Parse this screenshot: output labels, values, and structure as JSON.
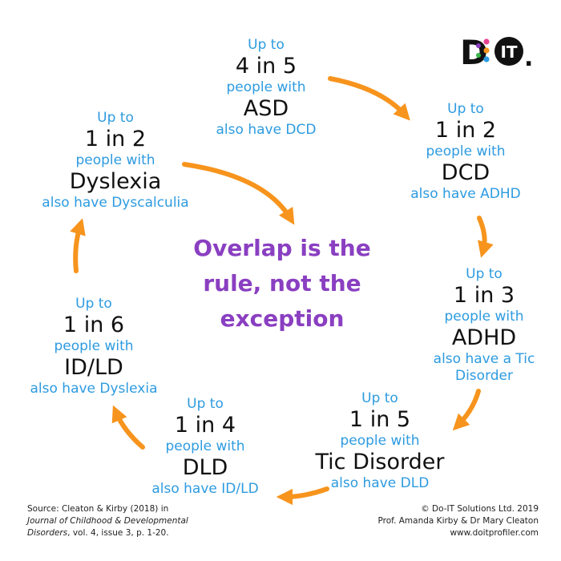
{
  "center": {
    "line1": "Overlap is the",
    "line2": "rule, not the",
    "line3": "exception"
  },
  "nodes": [
    {
      "id": "asd",
      "pre": "Up to",
      "ratio": "4 in 5",
      "people": "people with",
      "condition": "ASD",
      "also": [
        "also have DCD"
      ]
    },
    {
      "id": "dcd",
      "pre": "Up to",
      "ratio": "1 in 2",
      "people": "people with",
      "condition": "DCD",
      "also": [
        "also have ADHD"
      ]
    },
    {
      "id": "adhd",
      "pre": "Up to",
      "ratio": "1 in 3",
      "people": "people with",
      "condition": "ADHD",
      "also": [
        "also have a Tic",
        "Disorder"
      ]
    },
    {
      "id": "tic",
      "pre": "Up to",
      "ratio": "1 in 5",
      "people": "people with",
      "condition": "Tic Disorder",
      "also": [
        "also have DLD"
      ]
    },
    {
      "id": "dld",
      "pre": "Up to",
      "ratio": "1 in 4",
      "people": "people with",
      "condition": "DLD",
      "also": [
        "also have ID/LD"
      ]
    },
    {
      "id": "idld",
      "pre": "Up to",
      "ratio": "1 in 6",
      "people": "people with",
      "condition": "ID/LD",
      "also": [
        "also have Dyslexia"
      ]
    },
    {
      "id": "dyslexia",
      "pre": "Up to",
      "ratio": "1 in 2",
      "people": "people with",
      "condition": "Dyslexia",
      "also": [
        "also have Dyscalculia"
      ]
    }
  ],
  "logo": {
    "letters": "D",
    "it": "IT",
    "dot": "."
  },
  "source": {
    "line1": "Source: Cleaton & Kirby (2018) in",
    "line2": "Journal of Childhood & Developmental",
    "line3_italic": "Disorders",
    "line3_rest": ", vol.  4, issue 3, p. 1-20."
  },
  "credit": {
    "line1": "© Do-IT Solutions Ltd. 2019",
    "line2": "Prof. Amanda Kirby & Dr Mary Cleaton",
    "line3": "www.doitprofiler.com"
  },
  "colors": {
    "accent_blue": "#2d9be0",
    "arrow_orange": "#f7941d",
    "center_purple": "#8a3fc1",
    "text_dark": "#111111"
  }
}
